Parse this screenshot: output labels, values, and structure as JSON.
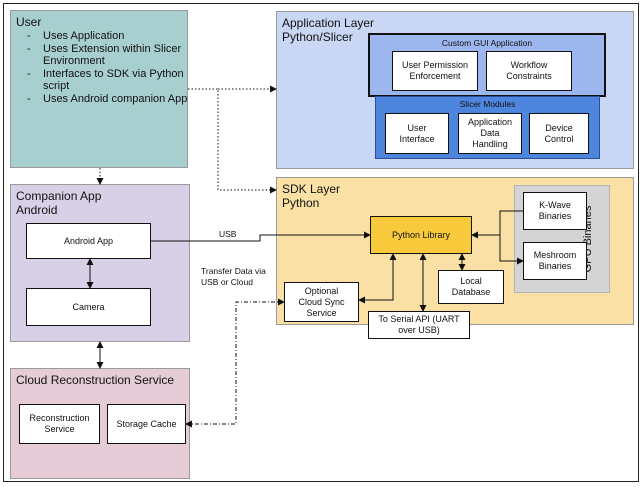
{
  "user": {
    "title": "User",
    "items": [
      "Uses Application",
      "Uses Extension within Slicer Environment",
      "Interfaces to SDK via Python script",
      "Uses Android companion App"
    ]
  },
  "app_layer": {
    "title": "Application Layer\nPython/Slicer",
    "gui": {
      "title": "Custom GUI Application",
      "user_permission": "User Permission\nEnforcement",
      "workflow": "Workflow\nConstraints"
    },
    "slicer": {
      "title": "Slicer Modules",
      "user_interface": "User\nInterface",
      "app_data": "Application\nData\nHandling",
      "device_control": "Device\nControl"
    }
  },
  "companion": {
    "title": "Companion App\nAndroid",
    "android_app": "Android App",
    "camera": "Camera"
  },
  "sdk": {
    "title": "SDK Layer\nPython",
    "python_library": "Python Library",
    "local_db": "Local\nDatabase",
    "cloud_sync": "Optional\nCloud Sync\nService",
    "serial_api": "To Serial API (UART\nover USB)"
  },
  "gpu": {
    "title": "GPU Binaries",
    "kwave": "K-Wave\nBinaries",
    "meshroom": "Meshroom\nBinaries"
  },
  "cloud": {
    "title": "Cloud Reconstruction Service",
    "reconstruction": "Reconstruction\nService",
    "storage": "Storage Cache"
  },
  "connectors": {
    "usb": "USB",
    "transfer": "Transfer Data via\nUSB or Cloud"
  },
  "colors": {
    "user_fill": "#a8cfcf",
    "app_layer_fill": "#c9d7f5",
    "gui_fill": "#9cb6ee",
    "slicer_fill": "#4f86dd",
    "companion_fill": "#d8d0e6",
    "sdk_fill": "#fbe0a5",
    "python_lib_fill": "#f7c93b",
    "gpu_fill": "#d4d4d4",
    "cloud_fill": "#e5ccd7"
  }
}
